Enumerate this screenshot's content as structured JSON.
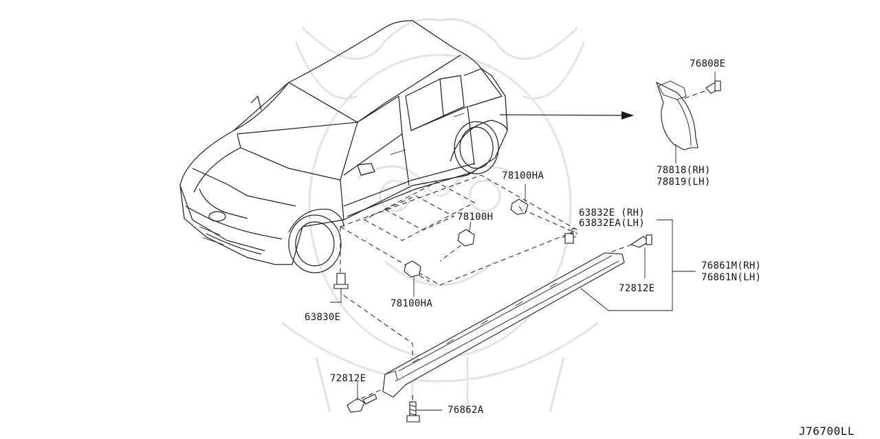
{
  "labels": {
    "p76808E": "76808E",
    "p78818": "78818(RH)",
    "p78819": "78819(LH)",
    "p78100HA_top": "78100HA",
    "p63832E": "63832E (RH)",
    "p63832EA": "63832EA(LH)",
    "p78100H": "78100H",
    "p76861M": "76861M(RH)",
    "p76861N": "76861N(LH)",
    "p72812E_right": "72812E",
    "p78100HA_bottom": "78100HA",
    "p63830E": "63830E",
    "p72812E_left": "72812E",
    "p76862A": "76862A"
  },
  "diagram_code": "J76700LL"
}
